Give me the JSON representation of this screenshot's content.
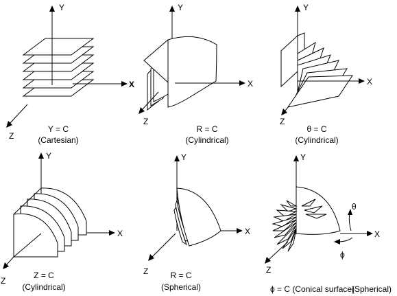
{
  "panels": [
    {
      "axes": {
        "x": "X",
        "y": "Y",
        "z": "Z"
      },
      "equation": "Y = C",
      "system": "(Cartesian)"
    },
    {
      "axes": {
        "x": "X",
        "y": "Y",
        "z": "Z"
      },
      "equation": "R = C",
      "system": "(Cylindrical)"
    },
    {
      "axes": {
        "x": "X",
        "y": "Y",
        "z": "Z"
      },
      "equation": "θ = C",
      "system": "(Cylindrical)"
    },
    {
      "axes": {
        "x": "X",
        "y": "Y",
        "z": "Z"
      },
      "equation": "Z = C",
      "system": "(Cylindrical)"
    },
    {
      "axes": {
        "x": "X",
        "y": "Y",
        "z": "Z"
      },
      "equation": "R = C",
      "system": "(Spherical)"
    },
    {
      "axes": {
        "x": "X",
        "y": "Y",
        "z": "Z"
      },
      "equation": "ϕ = C  (Conical surface)",
      "system": "(Spherical)",
      "theta_symbol": "θ",
      "phi_symbol": "ϕ"
    }
  ]
}
